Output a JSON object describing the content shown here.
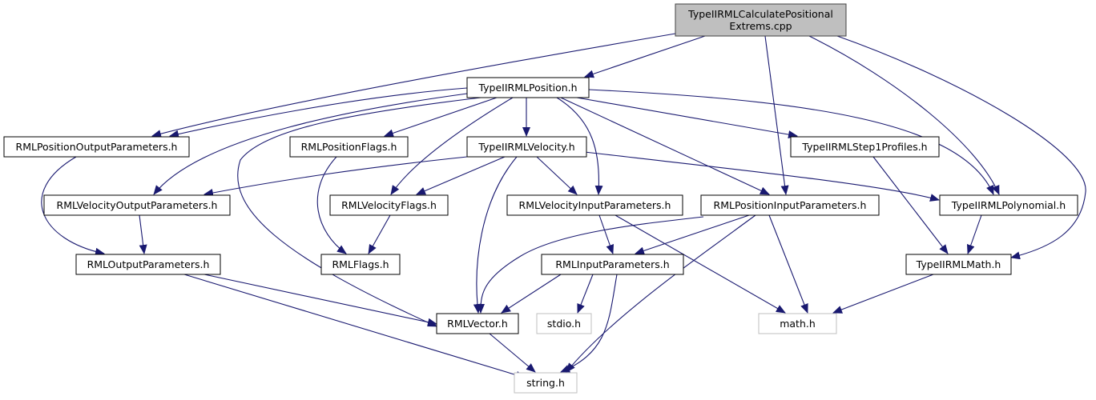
{
  "graph": {
    "title": "TypeIIRMLCalculatePositionalExtrems.cpp include dependency graph",
    "colors": {
      "edge": "#191970",
      "root_fill": "#bfbfbf",
      "root_border": "#404040",
      "node_fill": "#ffffff",
      "node_border": "#000000",
      "external_border": "#bfbfbf",
      "text": "#000000"
    },
    "nodes": [
      {
        "id": "root",
        "lines": [
          "TypeIIRMLCalculatePositional",
          "Extrems.cpp"
        ],
        "kind": "root"
      },
      {
        "id": "position_h",
        "lines": [
          "TypeIIRMLPosition.h"
        ],
        "kind": "local"
      },
      {
        "id": "pos_out_params",
        "lines": [
          "RMLPositionOutputParameters.h"
        ],
        "kind": "local"
      },
      {
        "id": "pos_flags",
        "lines": [
          "RMLPositionFlags.h"
        ],
        "kind": "local"
      },
      {
        "id": "velocity_h",
        "lines": [
          "TypeIIRMLVelocity.h"
        ],
        "kind": "local"
      },
      {
        "id": "step1",
        "lines": [
          "TypeIIRMLStep1Profiles.h"
        ],
        "kind": "local"
      },
      {
        "id": "vel_out_params",
        "lines": [
          "RMLVelocityOutputParameters.h"
        ],
        "kind": "local"
      },
      {
        "id": "vel_flags",
        "lines": [
          "RMLVelocityFlags.h"
        ],
        "kind": "local"
      },
      {
        "id": "vel_in_params",
        "lines": [
          "RMLVelocityInputParameters.h"
        ],
        "kind": "local"
      },
      {
        "id": "pos_in_params",
        "lines": [
          "RMLPositionInputParameters.h"
        ],
        "kind": "local"
      },
      {
        "id": "polynomial",
        "lines": [
          "TypeIIRMLPolynomial.h"
        ],
        "kind": "local"
      },
      {
        "id": "out_params",
        "lines": [
          "RMLOutputParameters.h"
        ],
        "kind": "local"
      },
      {
        "id": "flags",
        "lines": [
          "RMLFlags.h"
        ],
        "kind": "local"
      },
      {
        "id": "in_params",
        "lines": [
          "RMLInputParameters.h"
        ],
        "kind": "local"
      },
      {
        "id": "math_local",
        "lines": [
          "TypeIIRMLMath.h"
        ],
        "kind": "local"
      },
      {
        "id": "vector",
        "lines": [
          "RMLVector.h"
        ],
        "kind": "local"
      },
      {
        "id": "stdio",
        "lines": [
          "stdio.h"
        ],
        "kind": "external"
      },
      {
        "id": "math_sys",
        "lines": [
          "math.h"
        ],
        "kind": "external"
      },
      {
        "id": "string",
        "lines": [
          "string.h"
        ],
        "kind": "external"
      }
    ],
    "edges": [
      {
        "from": "root",
        "to": "position_h"
      },
      {
        "from": "root",
        "to": "pos_out_params"
      },
      {
        "from": "root",
        "to": "pos_in_params"
      },
      {
        "from": "root",
        "to": "polynomial"
      },
      {
        "from": "root",
        "to": "math_local"
      },
      {
        "from": "position_h",
        "to": "pos_out_params"
      },
      {
        "from": "position_h",
        "to": "pos_flags"
      },
      {
        "from": "position_h",
        "to": "velocity_h"
      },
      {
        "from": "position_h",
        "to": "step1"
      },
      {
        "from": "position_h",
        "to": "vel_out_params"
      },
      {
        "from": "position_h",
        "to": "vel_flags"
      },
      {
        "from": "position_h",
        "to": "vel_in_params"
      },
      {
        "from": "position_h",
        "to": "pos_in_params"
      },
      {
        "from": "position_h",
        "to": "polynomial"
      },
      {
        "from": "position_h",
        "to": "vector"
      },
      {
        "from": "pos_out_params",
        "to": "out_params"
      },
      {
        "from": "pos_flags",
        "to": "flags"
      },
      {
        "from": "velocity_h",
        "to": "vel_out_params"
      },
      {
        "from": "velocity_h",
        "to": "vel_flags"
      },
      {
        "from": "velocity_h",
        "to": "vel_in_params"
      },
      {
        "from": "velocity_h",
        "to": "polynomial"
      },
      {
        "from": "velocity_h",
        "to": "vector"
      },
      {
        "from": "step1",
        "to": "math_local"
      },
      {
        "from": "vel_out_params",
        "to": "out_params"
      },
      {
        "from": "vel_flags",
        "to": "flags"
      },
      {
        "from": "vel_in_params",
        "to": "in_params"
      },
      {
        "from": "vel_in_params",
        "to": "math_sys"
      },
      {
        "from": "pos_in_params",
        "to": "in_params"
      },
      {
        "from": "pos_in_params",
        "to": "vector"
      },
      {
        "from": "pos_in_params",
        "to": "math_sys"
      },
      {
        "from": "pos_in_params",
        "to": "string"
      },
      {
        "from": "polynomial",
        "to": "math_local"
      },
      {
        "from": "out_params",
        "to": "vector"
      },
      {
        "from": "out_params",
        "to": "string"
      },
      {
        "from": "in_params",
        "to": "vector"
      },
      {
        "from": "in_params",
        "to": "stdio"
      },
      {
        "from": "in_params",
        "to": "string"
      },
      {
        "from": "math_local",
        "to": "math_sys"
      },
      {
        "from": "vector",
        "to": "string"
      }
    ]
  }
}
